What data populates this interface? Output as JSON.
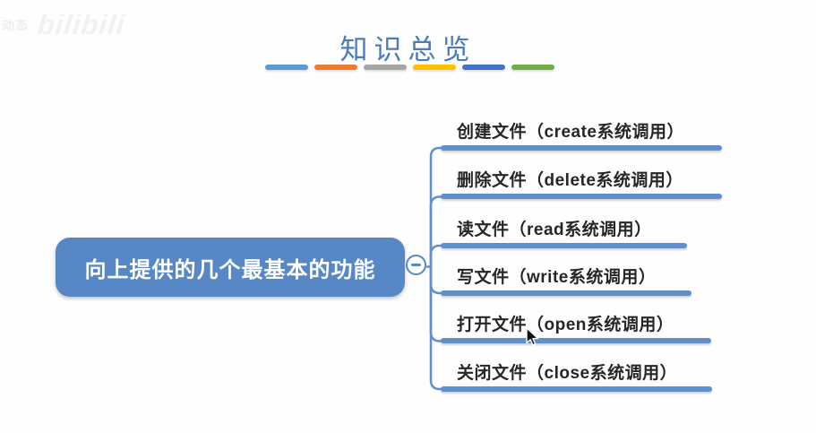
{
  "watermark": {
    "badge_text": "动态",
    "logo_text": "bilibili"
  },
  "title": {
    "text": "知识总览",
    "color": "#4a7bbd",
    "underline_colors": [
      "#5b9bd5",
      "#ed7d31",
      "#a5a5a5",
      "#ffc000",
      "#4472c4",
      "#70ad47"
    ]
  },
  "mindmap": {
    "line_color": "#6090cc",
    "root": {
      "label": "向上提供的几个最基本的功能",
      "fill": "#5787c5"
    },
    "collapse_symbol": "−",
    "branches": [
      {
        "label": "创建文件（create系统调用）"
      },
      {
        "label": "删除文件（delete系统调用）"
      },
      {
        "label": "读文件（read系统调用）"
      },
      {
        "label": "写文件（write系统调用）"
      },
      {
        "label": "打开文件（open系统调用）"
      },
      {
        "label": "关闭文件（close系统调用）"
      }
    ]
  }
}
